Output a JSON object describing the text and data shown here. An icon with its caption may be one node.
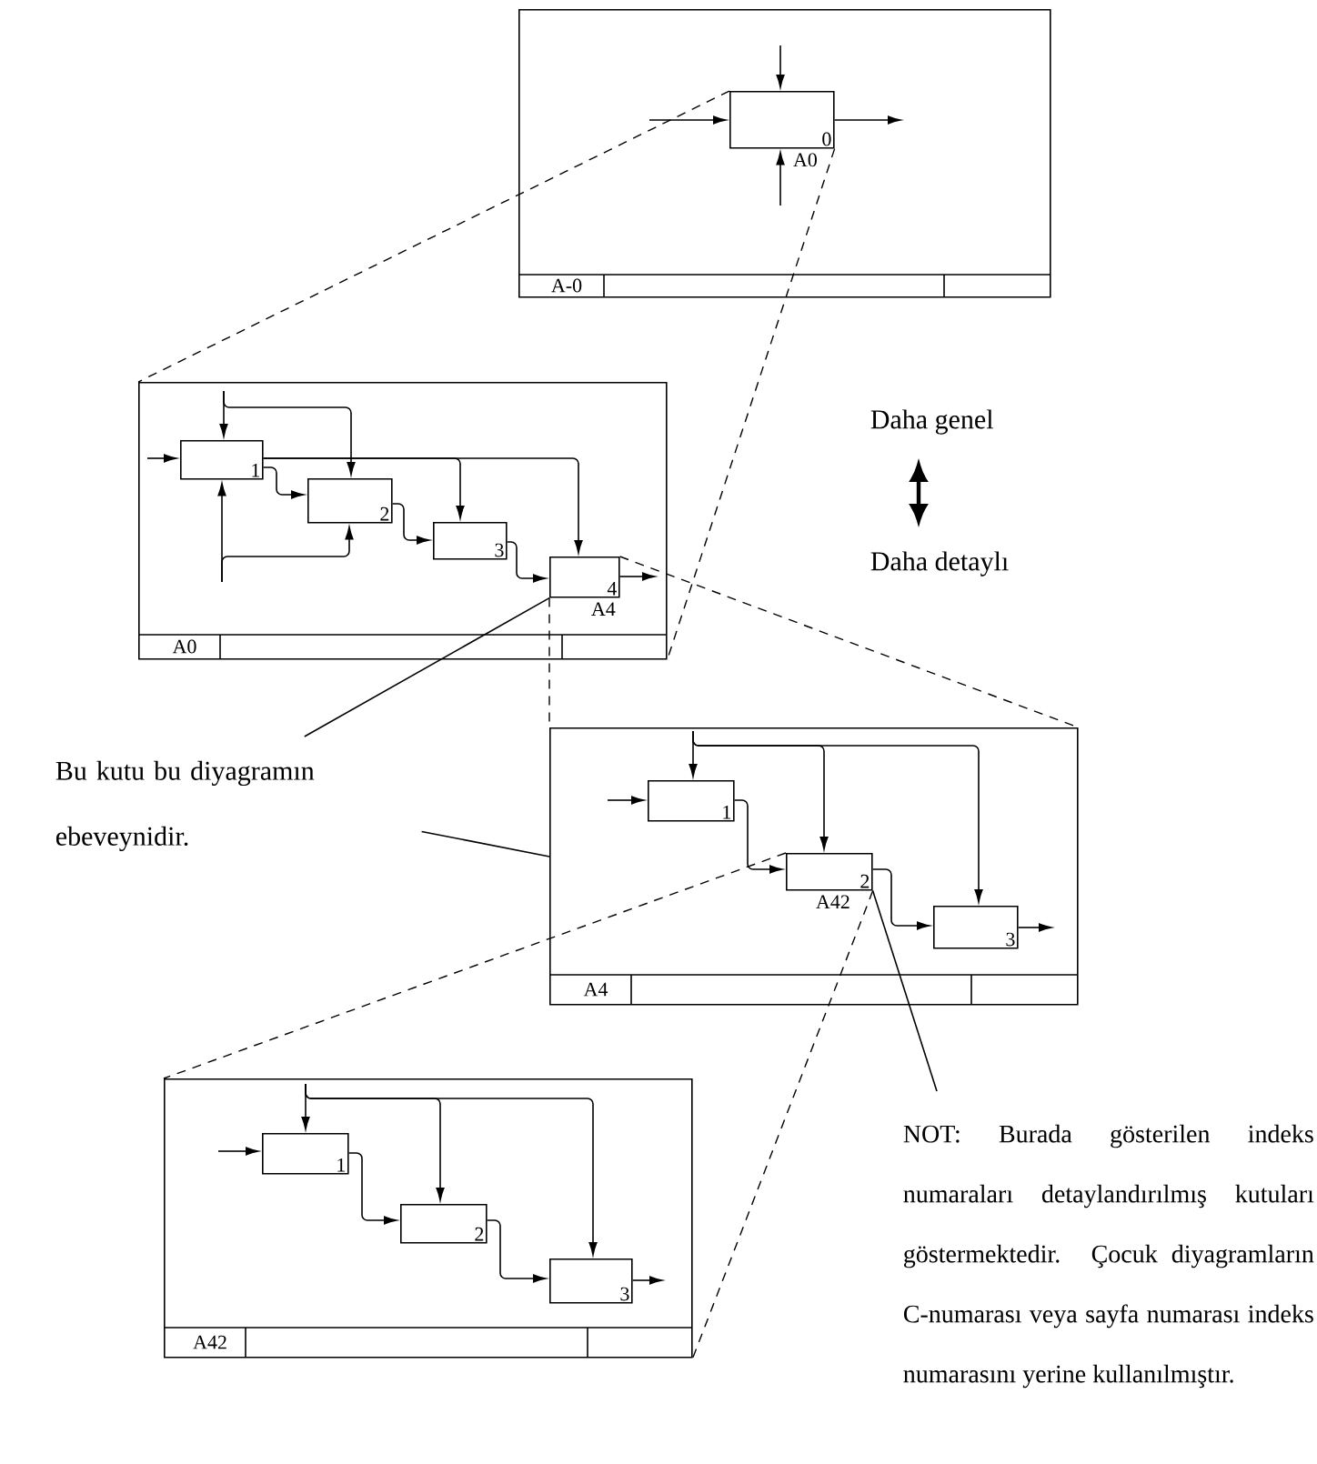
{
  "diagram": {
    "nodes": [
      {
        "text": [
          "A-0"
        ]
      },
      {
        "text": [
          "0"
        ],
        "in": 0,
        "beside": [
          "A0"
        ]
      },
      {
        "text": [
          "A0"
        ]
      },
      {
        "text": [
          "1"
        ],
        "in": 2
      },
      {
        "text": [
          "2"
        ],
        "in": 2
      },
      {
        "text": [
          "3"
        ],
        "in": 2
      },
      {
        "text": [
          "4"
        ],
        "in": 2,
        "beside": [
          "A4"
        ]
      },
      {
        "text": [
          "A4"
        ]
      },
      {
        "text": [
          "1"
        ],
        "in": 7
      },
      {
        "text": [
          "2"
        ],
        "in": 7,
        "beside": [
          "A42"
        ]
      },
      {
        "text": [
          "3"
        ],
        "in": 7
      },
      {
        "text": [
          "A42"
        ]
      },
      {
        "text": [
          "1"
        ],
        "in": 11
      },
      {
        "text": [
          "2"
        ],
        "in": 11
      },
      {
        "text": [
          "3"
        ],
        "in": 11
      },
      {
        "text": [
          "Bu kutu bu diyagramın ebeveynidir."
        ]
      },
      {
        "text": [
          "NOT: Burada gösterilen indeks numaraları detaylandırılmış kutuları göstermektedir. Çocuk diyagramların C-numarası veya sayfa numarası indeks numarasını yerine kullanılmıştır."
        ]
      }
    ],
    "edges": [
      {
        "from": null,
        "to": 1,
        "arrow": "to"
      },
      {
        "from": null,
        "to": 1,
        "arrow": "to"
      },
      {
        "from": null,
        "to": 1,
        "arrow": "to"
      },
      {
        "from": 1,
        "to": null,
        "arrow": "to"
      },
      {
        "from": null,
        "to": 3,
        "arrow": "to"
      },
      {
        "from": null,
        "to": 4,
        "arrow": "to"
      },
      {
        "from": null,
        "to": 3,
        "arrow": "to"
      },
      {
        "from": null,
        "to": 3,
        "arrow": "to"
      },
      {
        "from": null,
        "to": 4,
        "arrow": "to"
      },
      {
        "from": 3,
        "to": 4,
        "arrow": "to"
      },
      {
        "from": 3,
        "to": 5,
        "arrow": "to"
      },
      {
        "from": 3,
        "to": 6,
        "arrow": "to"
      },
      {
        "from": 4,
        "to": 5,
        "arrow": "to"
      },
      {
        "from": 5,
        "to": 6,
        "arrow": "to"
      },
      {
        "from": 6,
        "to": null,
        "arrow": "to"
      },
      {
        "from": null,
        "to": 8,
        "arrow": "to"
      },
      {
        "from": null,
        "to": 9,
        "arrow": "to"
      },
      {
        "from": null,
        "to": 10,
        "arrow": "to"
      },
      {
        "from": null,
        "to": 8,
        "arrow": "to"
      },
      {
        "from": 8,
        "to": 9,
        "arrow": "to"
      },
      {
        "from": 9,
        "to": 10,
        "arrow": "to"
      },
      {
        "from": 10,
        "to": null,
        "arrow": "to"
      },
      {
        "from": null,
        "to": 12,
        "arrow": "to"
      },
      {
        "from": null,
        "to": 13,
        "arrow": "to"
      },
      {
        "from": null,
        "to": 14,
        "arrow": "to"
      },
      {
        "from": null,
        "to": 12,
        "arrow": "to"
      },
      {
        "from": 12,
        "to": 13,
        "arrow": "to"
      },
      {
        "from": 13,
        "to": 14,
        "arrow": "to"
      },
      {
        "from": 14,
        "to": null,
        "arrow": "to"
      },
      {
        "from": 1,
        "to": 2,
        "arrow": "none",
        "style": "dashed"
      },
      {
        "from": 1,
        "to": 2,
        "arrow": "none",
        "style": "dashed"
      },
      {
        "from": 6,
        "to": 7,
        "arrow": "none",
        "style": "dashed"
      },
      {
        "from": 6,
        "to": 7,
        "arrow": "none",
        "style": "dashed"
      },
      {
        "from": 9,
        "to": 11,
        "arrow": "none",
        "style": "dashed"
      },
      {
        "from": 9,
        "to": 11,
        "arrow": "none",
        "style": "dashed"
      },
      {
        "from": 15,
        "to": 6,
        "arrow": "none"
      },
      {
        "from": 15,
        "to": 7,
        "arrow": "none"
      },
      {
        "from": 16,
        "to": 9,
        "arrow": "none"
      }
    ],
    "labels": [
      "Daha genel",
      "Daha detaylı"
    ]
  }
}
